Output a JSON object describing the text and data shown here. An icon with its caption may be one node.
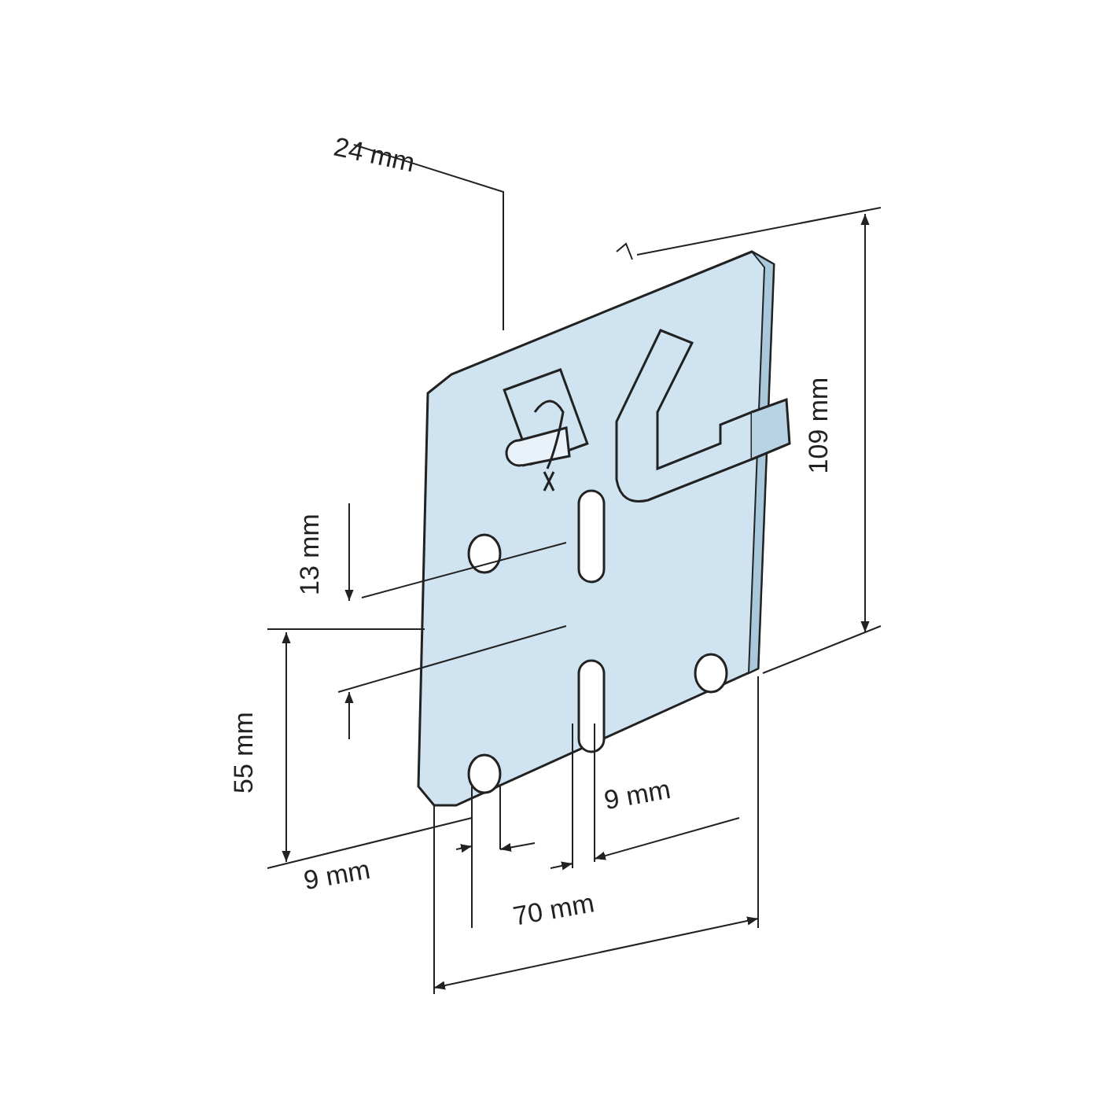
{
  "diagram": {
    "labels": [
      "24 mm",
      "109 mm",
      "13 mm",
      "55 mm",
      "9 mm",
      "9 mm",
      "70 mm"
    ]
  }
}
